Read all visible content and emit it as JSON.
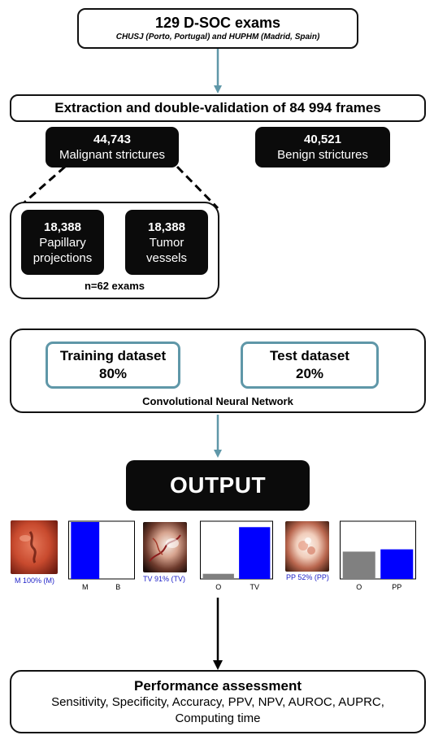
{
  "top_box": {
    "title": "129 D-SOC exams",
    "subtitle": "CHUSJ (Porto, Portugal) and HUPHM (Madrid, Spain)"
  },
  "extraction_box": {
    "text": "Extraction and double-validation of 84 994 frames"
  },
  "malignant": {
    "count": "44,743",
    "label": "Malignant strictures"
  },
  "benign": {
    "count": "40,521",
    "label": "Benign strictures"
  },
  "subset": {
    "papillary": {
      "count": "18,388",
      "line1": "Papillary",
      "line2": "projections"
    },
    "tumor": {
      "count": "18,388",
      "line1": "Tumor",
      "line2": "vessels"
    },
    "footer": "n=62 exams"
  },
  "cnn_box": {
    "training": {
      "line1": "Training dataset",
      "line2": "80%"
    },
    "test": {
      "line1": "Test dataset",
      "line2": "20%"
    },
    "label": "Convolutional Neural Network"
  },
  "output": {
    "label": "OUTPUT"
  },
  "chart_data": [
    {
      "type": "bar",
      "categories": [
        "M",
        "B"
      ],
      "values": [
        1.0,
        0.0
      ],
      "colors": [
        "#0000ff",
        "#808080"
      ],
      "ylim": [
        0,
        1
      ],
      "caption": "M 100% (M)"
    },
    {
      "type": "bar",
      "categories": [
        "O",
        "TV"
      ],
      "values": [
        0.09,
        0.91
      ],
      "colors": [
        "#808080",
        "#0000ff"
      ],
      "ylim": [
        0,
        1
      ],
      "caption": "TV 91% (TV)"
    },
    {
      "type": "bar",
      "categories": [
        "O",
        "PP"
      ],
      "values": [
        0.48,
        0.52
      ],
      "colors": [
        "#808080",
        "#0000ff"
      ],
      "ylim": [
        0,
        1
      ],
      "caption": "PP 52% (PP)"
    }
  ],
  "performance": {
    "title": "Performance assessment",
    "line1": "Sensitivity, Specificity, Accuracy, PPV, NPV, AUROC, AUPRC,",
    "line2": "Computing time"
  },
  "colors": {
    "arrow_teal": "#5f97a8",
    "box_border": "#111111",
    "box_fill_dark": "#0b0b0b",
    "bar_blue": "#0000ff",
    "bar_gray": "#808080"
  }
}
